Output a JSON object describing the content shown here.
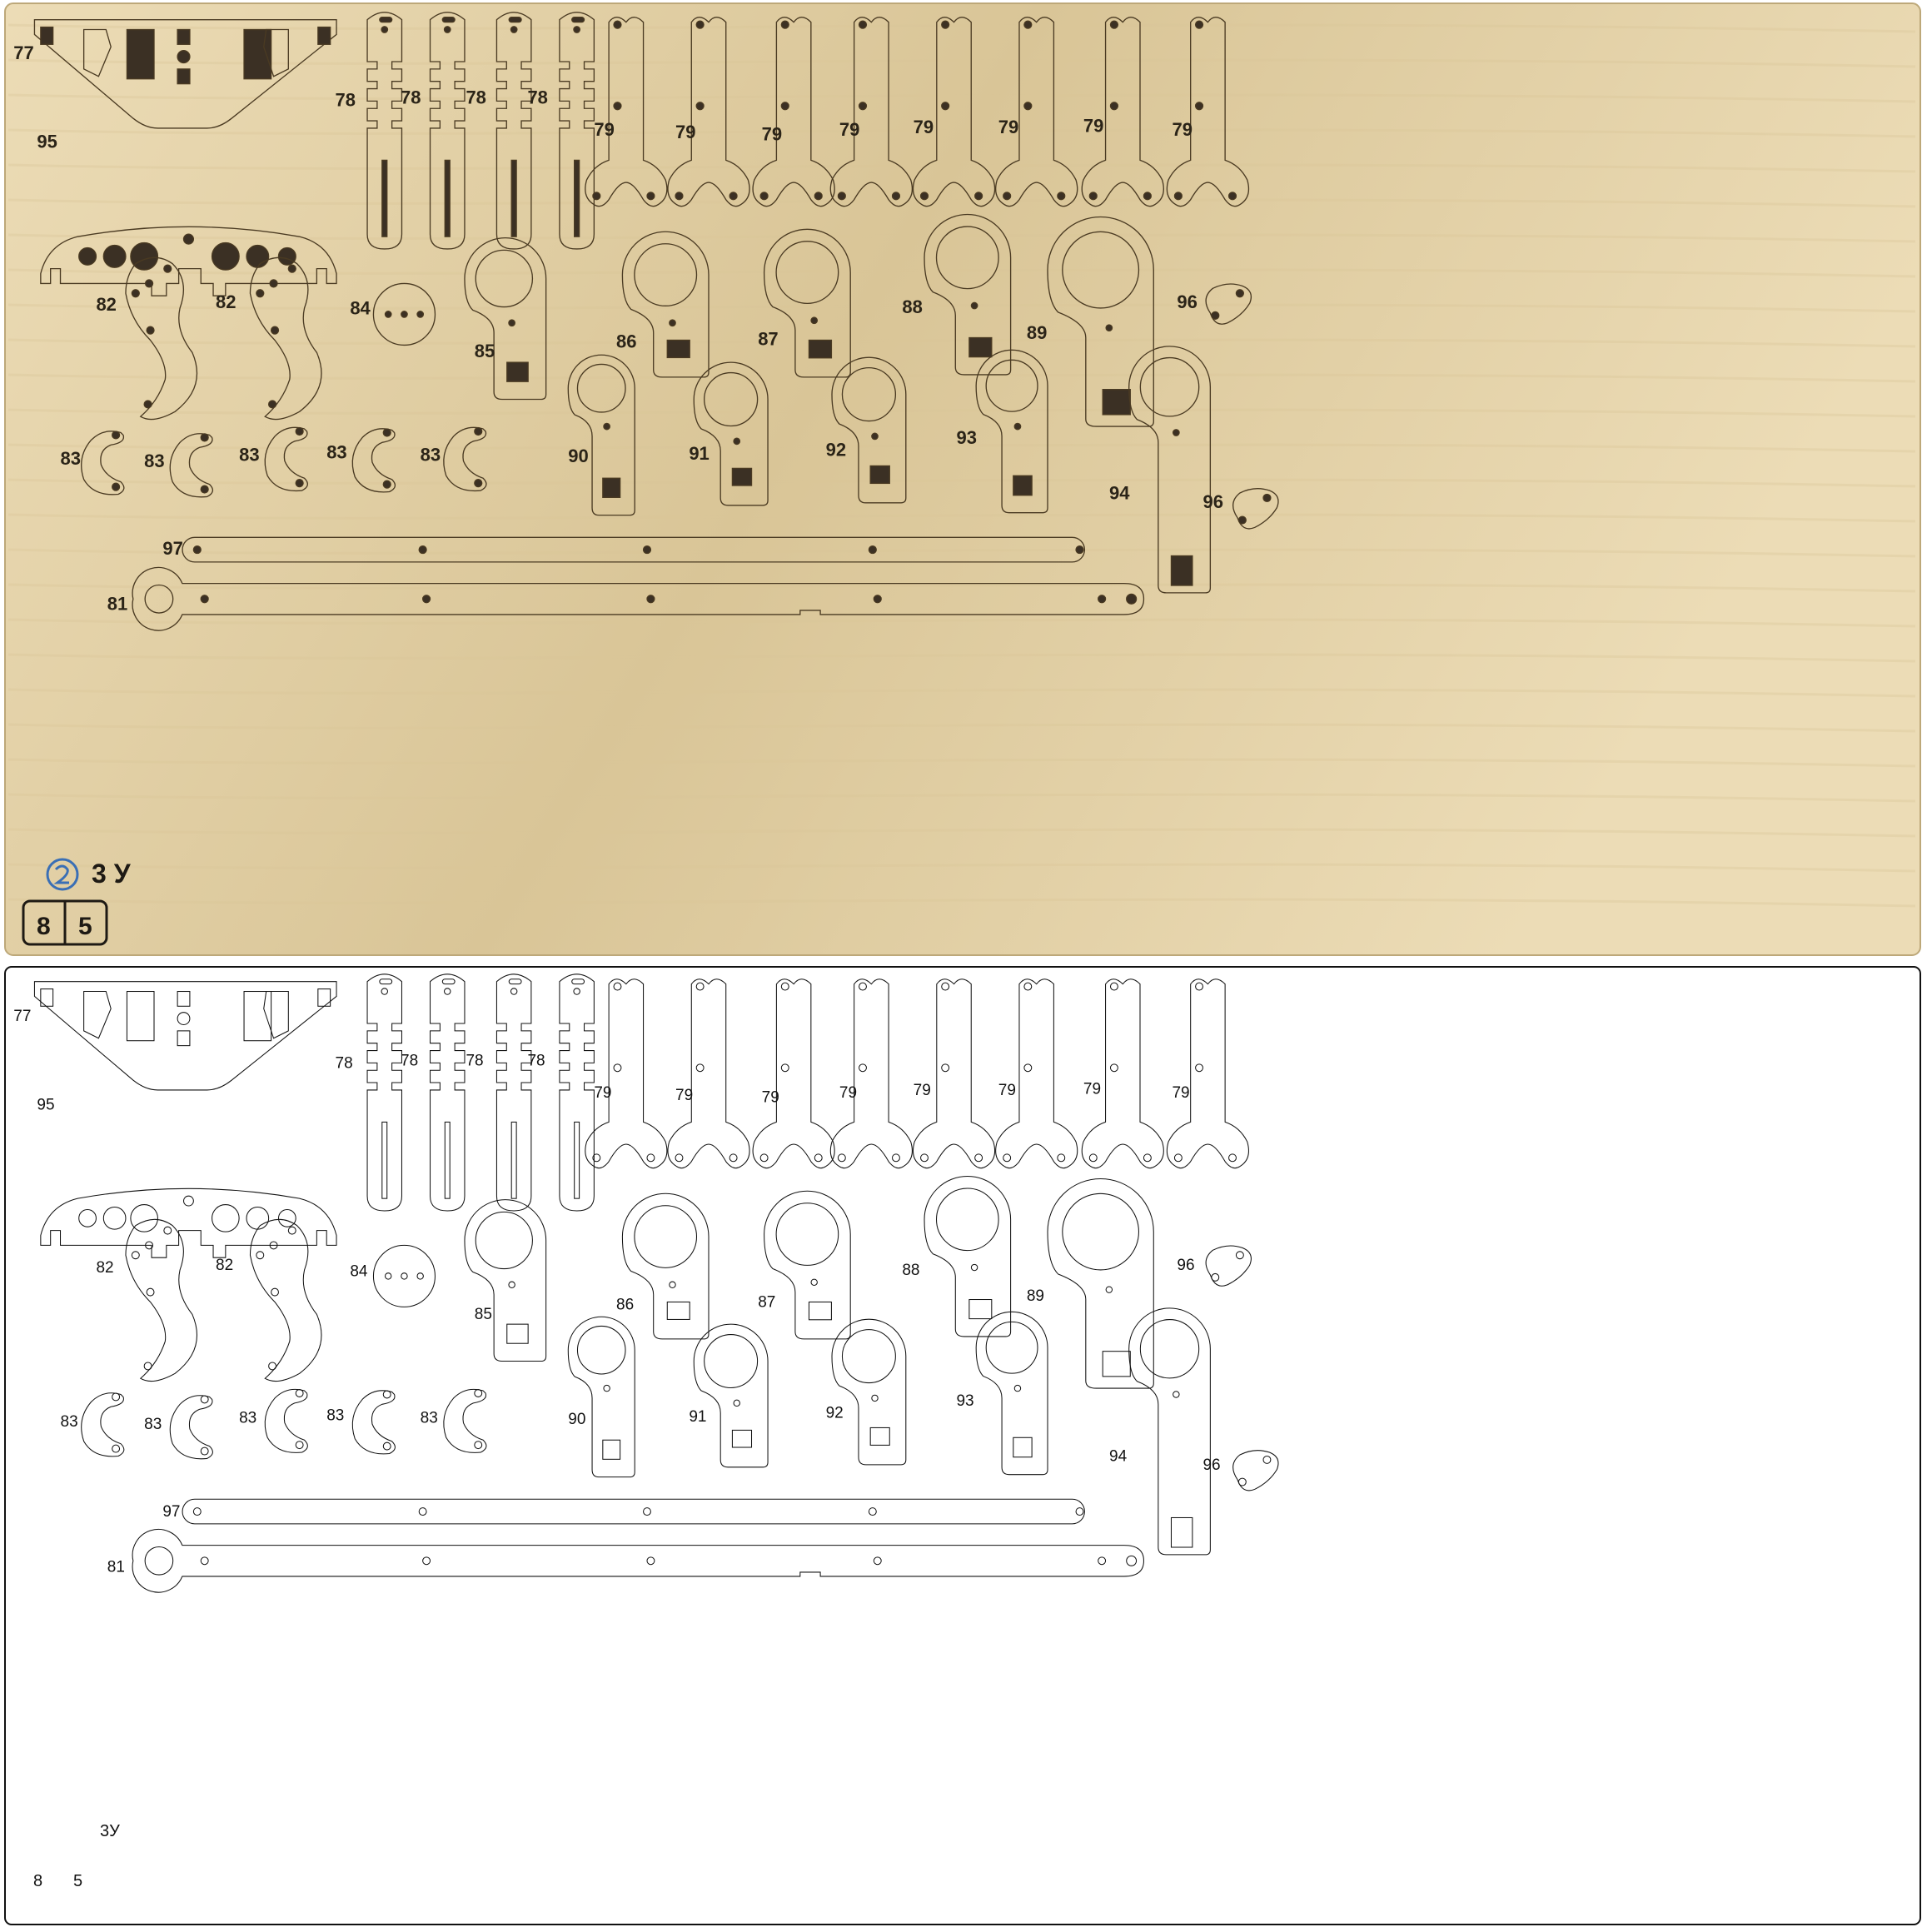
{
  "colors": {
    "plywood": "#ecdcb6",
    "plywood_grain": "#d9c597",
    "burn_line": "#4a3a22",
    "cut_hole": "#3b3024",
    "drawing_line": "#111111",
    "page_background": "#ffffff",
    "logo_blue": "#3a6fb5"
  },
  "photo": {
    "sheet_marking": "3 У",
    "set_number_left": "8",
    "set_number_right": "5"
  },
  "drawing": {
    "sheet_marking": "3У",
    "set_number_left": "8",
    "set_number_right": "5"
  },
  "parts": [
    {
      "id": "p77",
      "label": "77"
    },
    {
      "id": "p95",
      "label": "95"
    },
    {
      "id": "p78a",
      "label": "78"
    },
    {
      "id": "p78b",
      "label": "78"
    },
    {
      "id": "p78c",
      "label": "78"
    },
    {
      "id": "p78d",
      "label": "78"
    },
    {
      "id": "p79a",
      "label": "79"
    },
    {
      "id": "p79b",
      "label": "79"
    },
    {
      "id": "p79c",
      "label": "79"
    },
    {
      "id": "p79d",
      "label": "79"
    },
    {
      "id": "p79e",
      "label": "79"
    },
    {
      "id": "p79f",
      "label": "79"
    },
    {
      "id": "p79g",
      "label": "79"
    },
    {
      "id": "p79h",
      "label": "79"
    },
    {
      "id": "p82a",
      "label": "82"
    },
    {
      "id": "p82b",
      "label": "82"
    },
    {
      "id": "p84",
      "label": "84"
    },
    {
      "id": "p85",
      "label": "85"
    },
    {
      "id": "p86",
      "label": "86"
    },
    {
      "id": "p87",
      "label": "87"
    },
    {
      "id": "p88",
      "label": "88"
    },
    {
      "id": "p89",
      "label": "89"
    },
    {
      "id": "p96a",
      "label": "96"
    },
    {
      "id": "p83a",
      "label": "83"
    },
    {
      "id": "p83b",
      "label": "83"
    },
    {
      "id": "p83c",
      "label": "83"
    },
    {
      "id": "p83d",
      "label": "83"
    },
    {
      "id": "p83e",
      "label": "83"
    },
    {
      "id": "p90",
      "label": "90"
    },
    {
      "id": "p91",
      "label": "91"
    },
    {
      "id": "p92",
      "label": "92"
    },
    {
      "id": "p93",
      "label": "93"
    },
    {
      "id": "p94",
      "label": "94"
    },
    {
      "id": "p96b",
      "label": "96"
    },
    {
      "id": "p97",
      "label": "97"
    },
    {
      "id": "p81",
      "label": "81"
    }
  ]
}
